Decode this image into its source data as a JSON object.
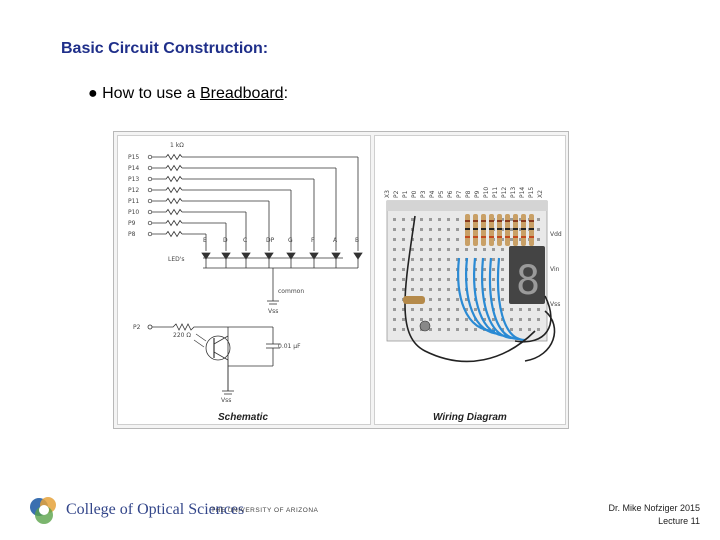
{
  "slide": {
    "title": "Basic Circuit Construction:",
    "bullet_prefix": "How to use a ",
    "bullet_link": "Breadboard",
    "bullet_suffix": ":"
  },
  "figure": {
    "schematic_caption": "Schematic",
    "wiring_caption": "Wiring Diagram",
    "resistor_label": "1 kΩ",
    "pins": [
      "P15",
      "P14",
      "P13",
      "P12",
      "P11",
      "P10",
      "P9",
      "P8"
    ],
    "segments": [
      "E",
      "D",
      "C",
      "DP",
      "G",
      "F",
      "A",
      "B"
    ],
    "led_label": "LED's",
    "common_label": "common",
    "vss_label": "Vss",
    "p2_label": "P2",
    "r220_label": "220 Ω",
    "cap_label": "0.01 μF",
    "vss2_label": "Vss",
    "header_pins": [
      "X3",
      "P2",
      "P1",
      "P0",
      "P3",
      "P4",
      "P5",
      "P6",
      "P7",
      "P8",
      "P9",
      "P10",
      "P11",
      "P12",
      "P13",
      "P14",
      "P15",
      "X2"
    ],
    "vdd_label": "Vdd",
    "vin_label": "Vin",
    "vss3_label": "Vss"
  },
  "footer": {
    "logo_text": "College of Optical Sciences",
    "logo_sub": "THE UNIVERSITY OF ARIZONA",
    "author": "Dr. Mike Nofziger 2015",
    "lecture": "Lecture 11"
  }
}
